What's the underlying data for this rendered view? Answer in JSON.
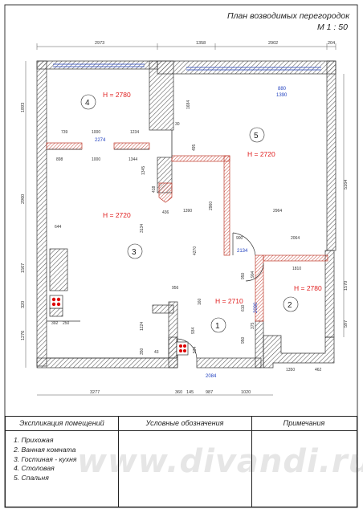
{
  "header": {
    "title": "План возводимых перегородок",
    "scale": "М 1 : 50"
  },
  "colors": {
    "wall_hatch": "#555555",
    "partition": "#c0392b",
    "height_label": "#e02020",
    "window_label": "#1f3fbf",
    "dimension": "#333333"
  },
  "rooms": [
    {
      "number": "1",
      "height": null
    },
    {
      "number": "2",
      "height": "H = 2780"
    },
    {
      "number": "3",
      "height": "H = 2720"
    },
    {
      "number": "4",
      "height": "H = 2780"
    },
    {
      "number": "5",
      "height": "H = 2720"
    }
  ],
  "room_extra_heights": {
    "hall": "H = 2710"
  },
  "openings": {
    "window_top": "880",
    "window_top2": "1390",
    "door_4": "2274",
    "door_bath": "2134",
    "door_2": "2090",
    "door_entry": "2084"
  },
  "dimensions": {
    "top": [
      "2973",
      "1358",
      "2902",
      "204"
    ],
    "left": [
      "1893",
      "2960",
      "1567",
      "320",
      "1276"
    ],
    "right": [
      "5164",
      "1570",
      "597"
    ],
    "bottom": [
      "3277",
      "360",
      "145",
      "987",
      "1020"
    ],
    "inner": [
      "739",
      "1000",
      "1234",
      "898",
      "1000",
      "1344",
      "1684",
      "30",
      "495",
      "1345",
      "418",
      "436",
      "1390",
      "2960",
      "2964",
      "3134",
      "4270",
      "644",
      "900",
      "2064",
      "1810",
      "950",
      "904",
      "956",
      "610",
      "375",
      "934",
      "160",
      "1224",
      "350",
      "43",
      "534",
      "950",
      "392",
      "250",
      "1350",
      "462"
    ]
  },
  "table": {
    "col1_header": "Экспликация помещений",
    "col2_header": "Условные обозначения",
    "col3_header": "Примечания",
    "rooms_list": [
      "1. Прихожая",
      "2. Ванная комната",
      "3. Гостиная - кухня",
      "4. Столовая",
      "5. Спальня"
    ]
  },
  "watermark": "www.divandi.ru"
}
